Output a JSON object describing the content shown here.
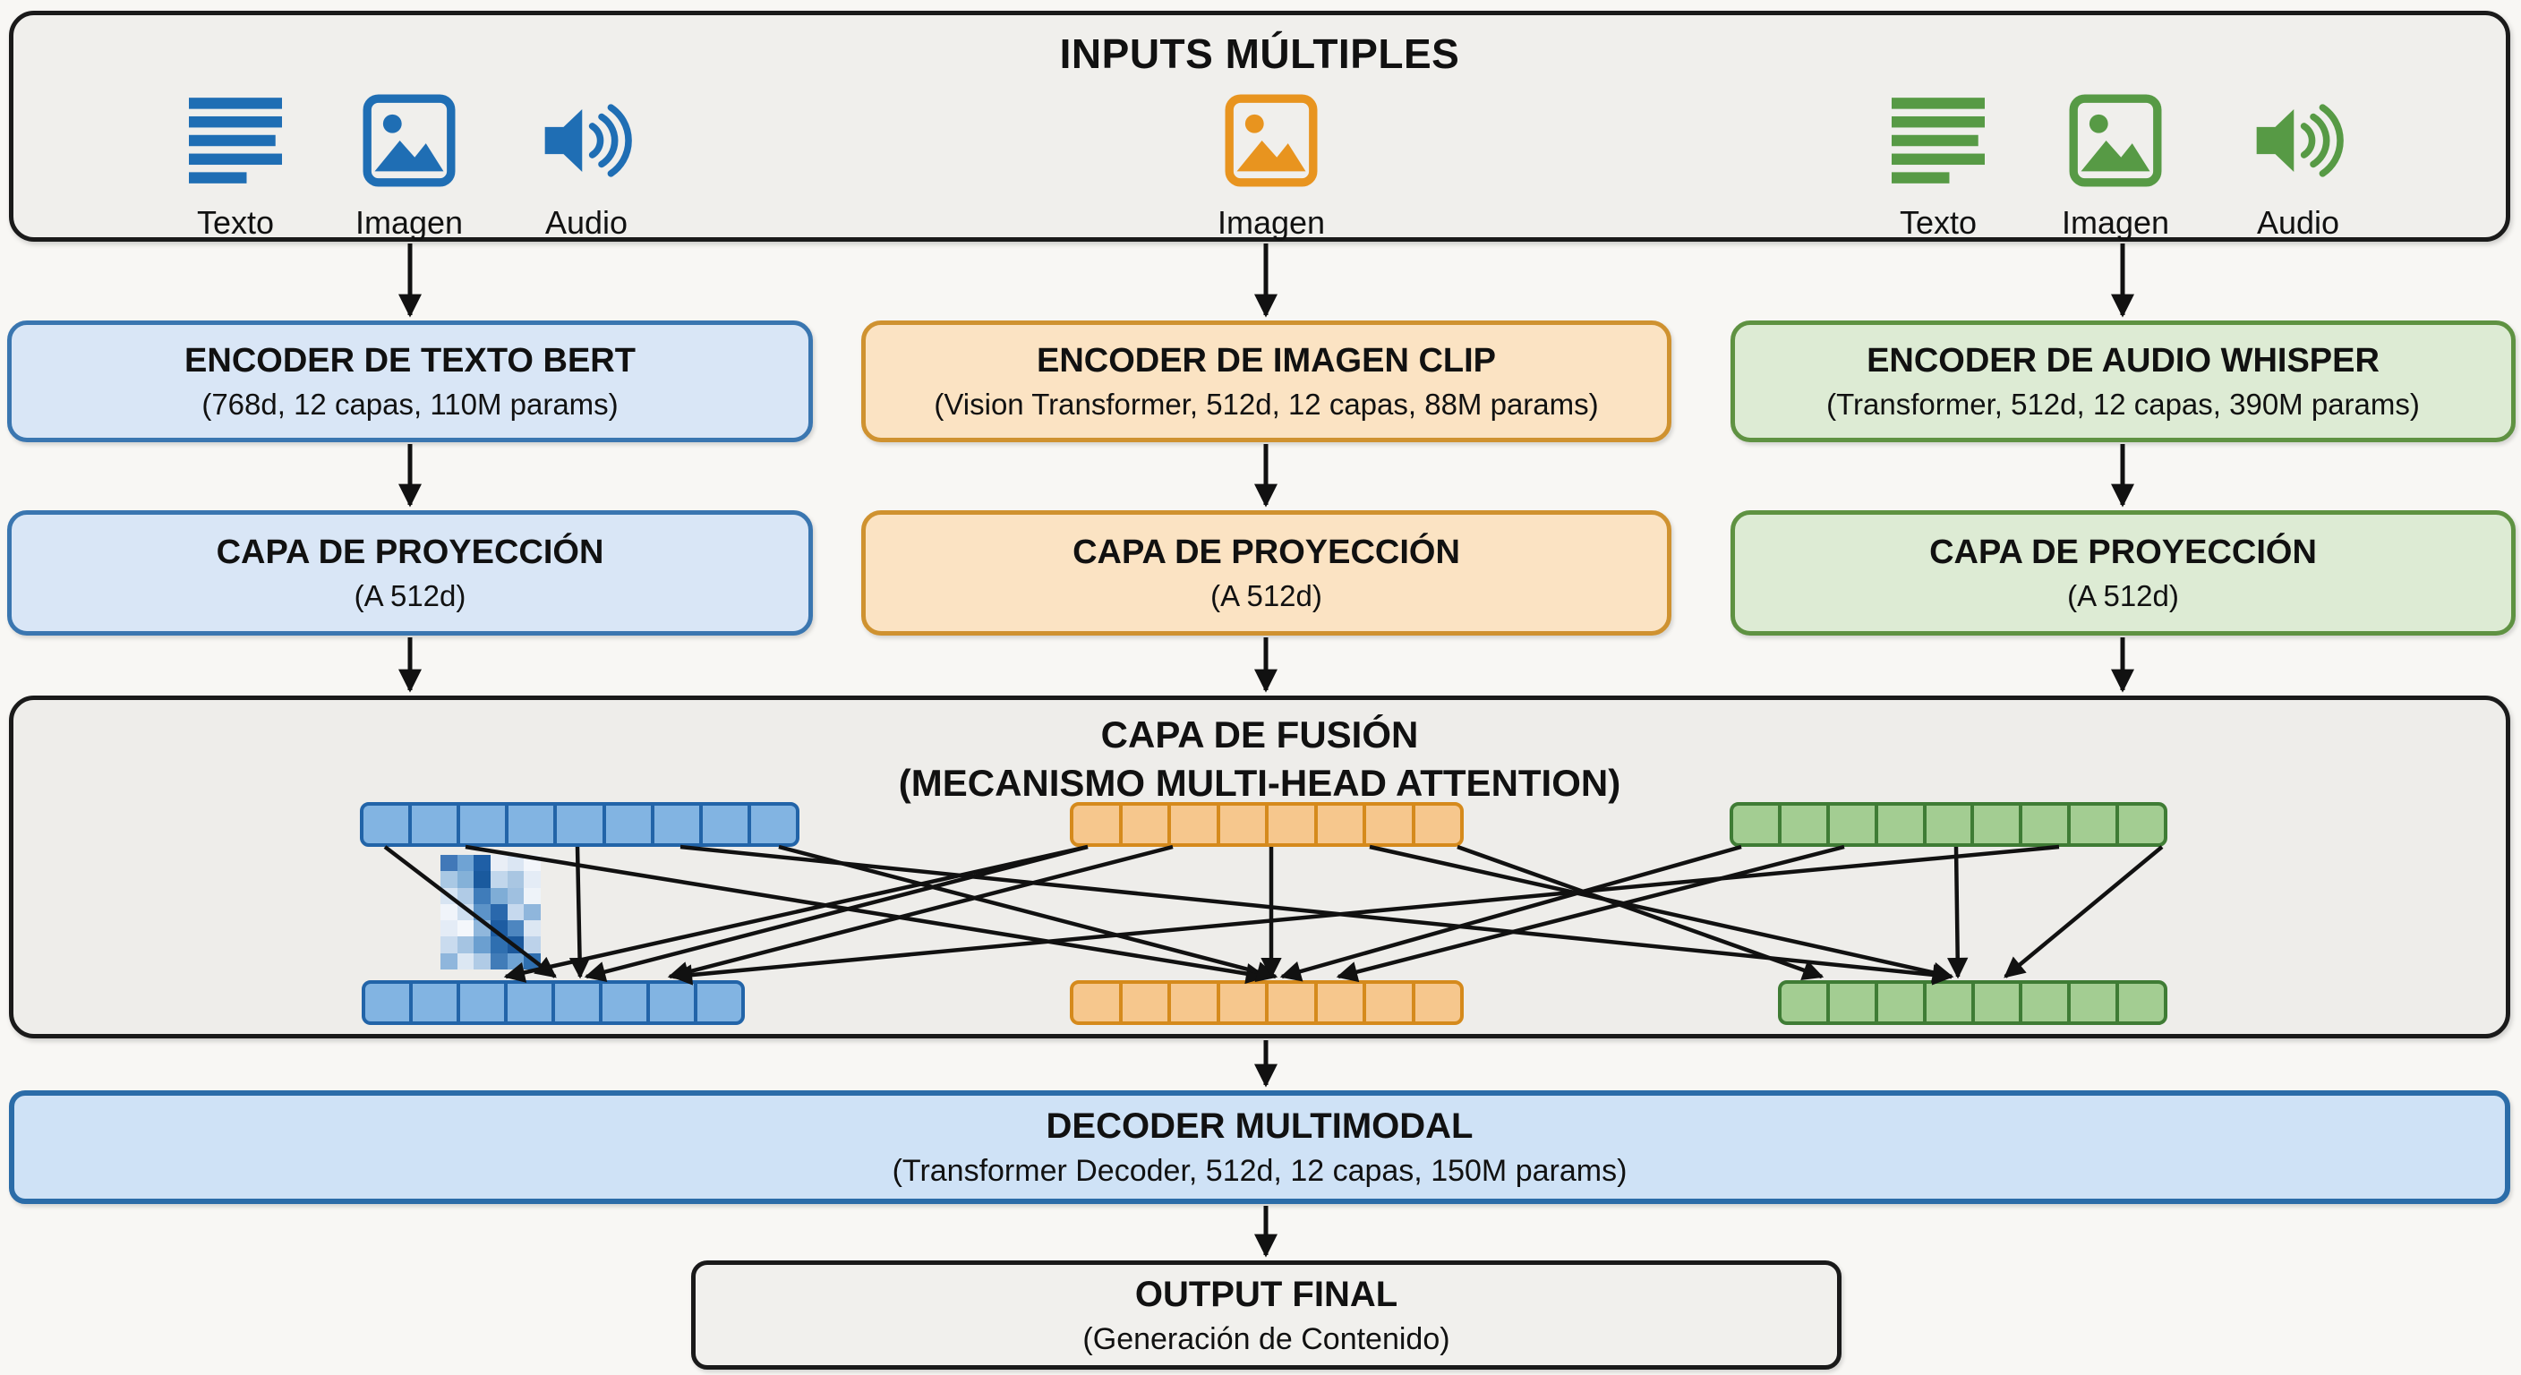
{
  "header": {
    "title": "INPUTS MÚLTIPLES",
    "groups": [
      {
        "side": "left",
        "accent": "#1f6eb4",
        "items": [
          {
            "icon": "text-lines-icon",
            "label": "Texto"
          },
          {
            "icon": "image-icon",
            "label": "Imagen"
          },
          {
            "icon": "speaker-icon",
            "label": "Audio"
          }
        ]
      },
      {
        "side": "center",
        "accent": "#e8941f",
        "items": [
          {
            "icon": "image-icon",
            "label": "Imagen"
          }
        ]
      },
      {
        "side": "right",
        "accent": "#579a45",
        "items": [
          {
            "icon": "text-lines-icon",
            "label": "Texto"
          },
          {
            "icon": "image-icon",
            "label": "Imagen"
          },
          {
            "icon": "speaker-icon",
            "label": "Audio"
          }
        ]
      }
    ]
  },
  "encoders": [
    {
      "title": "ENCODER DE TEXTO BERT",
      "subtitle": "(768d, 12 capas, 110M params)",
      "fill": "#d9e6f6",
      "border": "#3a76b0"
    },
    {
      "title": "ENCODER DE IMAGEN CLIP",
      "subtitle": "(Vision Transformer, 512d, 12 capas, 88M params)",
      "fill": "#fbe3c3",
      "border": "#cf9230"
    },
    {
      "title": "ENCODER DE AUDIO WHISPER",
      "subtitle": "(Transformer, 512d, 12 capas, 390M params)",
      "fill": "#ddebd4",
      "border": "#5f9242"
    }
  ],
  "projections": [
    {
      "title": "CAPA DE PROYECCIÓN",
      "subtitle": "(A 512d)",
      "fill": "#d9e6f6",
      "border": "#3a76b0"
    },
    {
      "title": "CAPA DE PROYECCIÓN",
      "subtitle": "(A 512d)",
      "fill": "#fbe3c3",
      "border": "#cf9230"
    },
    {
      "title": "CAPA DE PROYECCIÓN",
      "subtitle": "(A 512d)",
      "fill": "#ddebd4",
      "border": "#5f9242"
    }
  ],
  "fusion": {
    "title": "CAPA DE FUSIÓN",
    "subtitle": "(MECANISMO MULTI-HEAD ATTENTION)",
    "strips": {
      "blue_top": {
        "cells": 9,
        "fill": "#82b4e2",
        "border": "#2264a8"
      },
      "blue_bottom": {
        "cells": 8,
        "fill": "#82b4e2",
        "border": "#2264a8"
      },
      "orange_top": {
        "cells": 8,
        "fill": "#f6c78d",
        "border": "#d58a1c"
      },
      "orange_bottom": {
        "cells": 8,
        "fill": "#f6c78d",
        "border": "#d58a1c"
      },
      "green_top": {
        "cells": 9,
        "fill": "#a3cd92",
        "border": "#3f7c35"
      },
      "green_bottom": {
        "cells": 8,
        "fill": "#a3cd92",
        "border": "#3f7c35"
      }
    },
    "attention_heatmap": [
      [
        "#4178b8",
        "#6fa3d4",
        "#1f5fa6",
        "#e9eef6",
        "#dbe6f3",
        "#f3f6fb"
      ],
      [
        "#a9c8e4",
        "#84b1d8",
        "#1a5a9e",
        "#c2d7ec",
        "#a9c6e2",
        "#e4ecf6"
      ],
      [
        "#d7e4f2",
        "#b0cbe6",
        "#3f7cba",
        "#7fadd6",
        "#9fc0e0",
        "#eef3f9"
      ],
      [
        "#f0f4fa",
        "#cfdff0",
        "#5c93c8",
        "#2a68ac",
        "#c6d9ee",
        "#8fb6dc"
      ],
      [
        "#e4ecf6",
        "#f4f7fb",
        "#90b7dc",
        "#1d5ca2",
        "#4d86c0",
        "#dce7f3"
      ],
      [
        "#c9dbee",
        "#a5c4e2",
        "#6b9fd0",
        "#2f6fb0",
        "#1b589c",
        "#bcd2ea"
      ],
      [
        "#8fb6dc",
        "#dce7f3",
        "#b0cbe6",
        "#417cb8",
        "#6fa3d4",
        "#2f6fb0"
      ]
    ]
  },
  "decoder": {
    "title": "DECODER MULTIMODAL",
    "subtitle": "(Transformer Decoder, 512d, 12 capas, 150M params)",
    "fill": "#cfe2f6",
    "border": "#2b6ca8"
  },
  "output": {
    "title": "OUTPUT FINAL",
    "subtitle": "(Generación de Contenido)",
    "fill": "#f1f0ed",
    "border": "#1a1a1a"
  },
  "colors": {
    "background": "#f8f7f4",
    "panel_fill": "#f0efec",
    "panel_border": "#1a1a1a",
    "arrow": "#111111"
  }
}
